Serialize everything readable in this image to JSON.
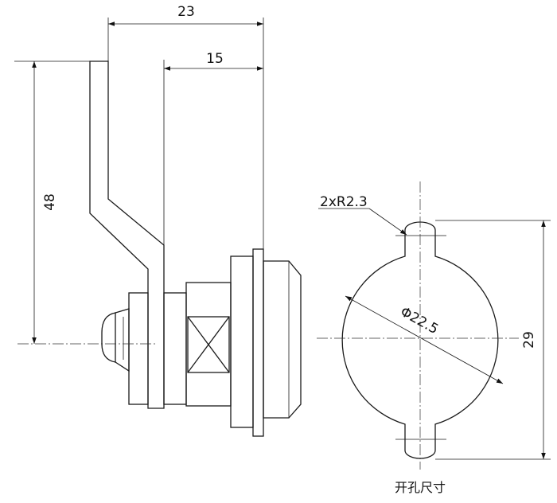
{
  "dimensions": {
    "width_total": "23",
    "width_cam": "15",
    "height_cam": "48",
    "radius_slots": "2xR2.3",
    "hole_diameter": "Φ22.5",
    "hole_height": "29"
  },
  "caption": "开孔尺寸"
}
